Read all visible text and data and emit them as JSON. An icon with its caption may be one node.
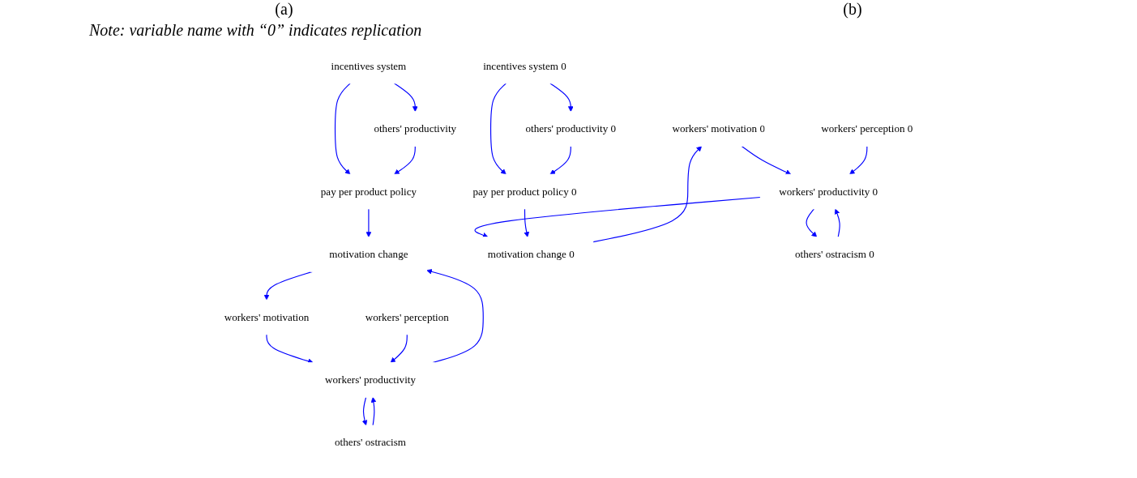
{
  "diagram": {
    "nodes": [
      {
        "text": [
          "motivation change"
        ]
      },
      {
        "text": [
          "workers' motivation"
        ]
      },
      {
        "text": [
          "workers' perception"
        ]
      },
      {
        "text": [
          "incentives system"
        ]
      },
      {
        "text": [
          "pay per product policy"
        ]
      },
      {
        "text": [
          "others' productivity"
        ]
      },
      {
        "text": [
          "workers' productivity"
        ]
      },
      {
        "text": [
          "others' ostracism"
        ]
      },
      {
        "text": [
          "workers' motivation 0"
        ]
      },
      {
        "text": [
          "workers' perception 0"
        ]
      },
      {
        "text": [
          "workers' productivity 0"
        ]
      },
      {
        "text": [
          "motivation change 0"
        ]
      },
      {
        "text": [
          "others' ostracism 0"
        ]
      },
      {
        "text": [
          "incentives system 0"
        ]
      },
      {
        "text": [
          "pay per product policy 0"
        ]
      },
      {
        "text": [
          "others' productivity 0"
        ]
      }
    ],
    "edges": [
      {
        "from": 0,
        "to": 1,
        "arrow": "to"
      },
      {
        "from": 1,
        "to": 6,
        "arrow": "to"
      },
      {
        "from": 6,
        "to": 0,
        "arrow": "to"
      },
      {
        "from": 4,
        "to": 0,
        "arrow": "to"
      },
      {
        "from": 2,
        "to": 6,
        "arrow": "to"
      },
      {
        "from": 3,
        "to": 4,
        "arrow": "to"
      },
      {
        "from": 3,
        "to": 5,
        "arrow": "to"
      },
      {
        "from": 5,
        "to": 4,
        "arrow": "to"
      },
      {
        "from": 7,
        "to": 6,
        "arrow": "to"
      },
      {
        "from": 6,
        "to": 7,
        "arrow": "to"
      },
      {
        "from": 8,
        "to": 10,
        "arrow": "to"
      },
      {
        "from": 9,
        "to": 10,
        "arrow": "to"
      },
      {
        "from": 10,
        "to": 11,
        "arrow": "to"
      },
      {
        "from": 11,
        "to": 8,
        "arrow": "to"
      },
      {
        "from": 10,
        "to": 12,
        "arrow": "to"
      },
      {
        "from": 12,
        "to": 10,
        "arrow": "to"
      },
      {
        "from": 14,
        "to": 11,
        "arrow": "to"
      },
      {
        "from": 13,
        "to": 14,
        "arrow": "to"
      },
      {
        "from": 13,
        "to": 15,
        "arrow": "to"
      },
      {
        "from": 15,
        "to": 14,
        "arrow": "to"
      }
    ],
    "labels": [
      "(a)",
      "(b)",
      "Note: variable name with “0” indicates replication"
    ]
  }
}
